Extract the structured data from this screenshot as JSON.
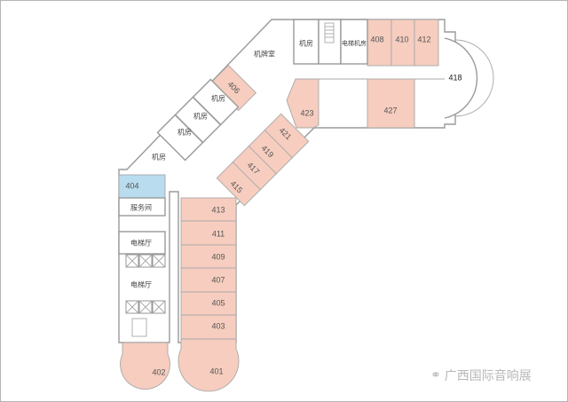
{
  "rooms": {
    "r401": "401",
    "r402": "402",
    "r403": "403",
    "r404": "404",
    "r405": "405",
    "r406": "406",
    "r407": "407",
    "r408": "408",
    "r409": "409",
    "r410": "410",
    "r411": "411",
    "r412": "412",
    "r413": "413",
    "r415": "415",
    "r417": "417",
    "r418": "418",
    "r419": "419",
    "r421": "421",
    "r423": "423",
    "r427": "427"
  },
  "labels": {
    "machine_room": "机房",
    "card_room": "机牌室",
    "elevator_machine_room": "电梯机房",
    "service_room": "服务间",
    "elevator_hall": "电梯厅"
  },
  "watermark": "广西国际音响展",
  "colors": {
    "pink": "#f6cdbf",
    "blue": "#b9dcef",
    "wall": "#9a9a9a"
  }
}
